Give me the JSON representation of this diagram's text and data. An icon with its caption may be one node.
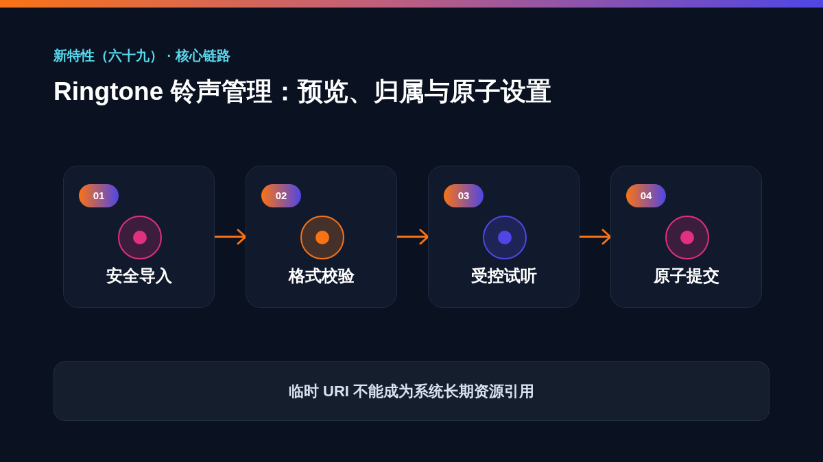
{
  "diagram": {
    "title": "Ringtone 铃声管理：预览、归属与原子设置",
    "nodes": [
      {
        "text": [
          "安全导入"
        ]
      },
      {
        "text": [
          "01"
        ],
        "in": 0
      },
      {
        "text": [
          "格式校验"
        ]
      },
      {
        "text": [
          "02"
        ],
        "in": 2
      },
      {
        "text": [
          "受控试听"
        ]
      },
      {
        "text": [
          "03"
        ],
        "in": 4
      },
      {
        "text": [
          "原子提交"
        ]
      },
      {
        "text": [
          "04"
        ],
        "in": 6
      },
      {
        "text": [
          "临时 URI 不能成为系统长期资源引用"
        ]
      }
    ],
    "edges": [
      {
        "from": 0,
        "to": 2,
        "arrow": "to"
      },
      {
        "from": 2,
        "to": 4,
        "arrow": "to"
      },
      {
        "from": 4,
        "to": 6,
        "arrow": "to"
      }
    ],
    "labels": [
      "新特性（六十九） · 核心链路"
    ]
  }
}
